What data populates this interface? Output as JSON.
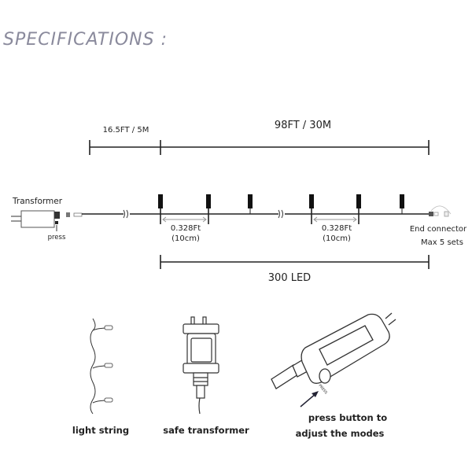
{
  "title": "SPECIFICATIONS :",
  "diagram": {
    "lead_length": "16.5FT / 5M",
    "string_length": "98FT / 30M",
    "transformer_label": "Transformer",
    "press_label": "press",
    "spacing_1": {
      "ft": "0.328Ft",
      "cm": "(10cm)"
    },
    "spacing_2": {
      "ft": "0.328Ft",
      "cm": "(10cm)"
    },
    "end_connector": "End connector",
    "max_sets": "Max 5 sets",
    "led_count": "300 LED"
  },
  "illustrations": {
    "light_string": "light string",
    "safe_transformer": "safe transformer",
    "press_marking": "PRESS",
    "controller_line1": "press button to",
    "controller_line2": "adjust the modes"
  },
  "colors": {
    "title": "#8a8a9c",
    "lines": "#222222"
  }
}
